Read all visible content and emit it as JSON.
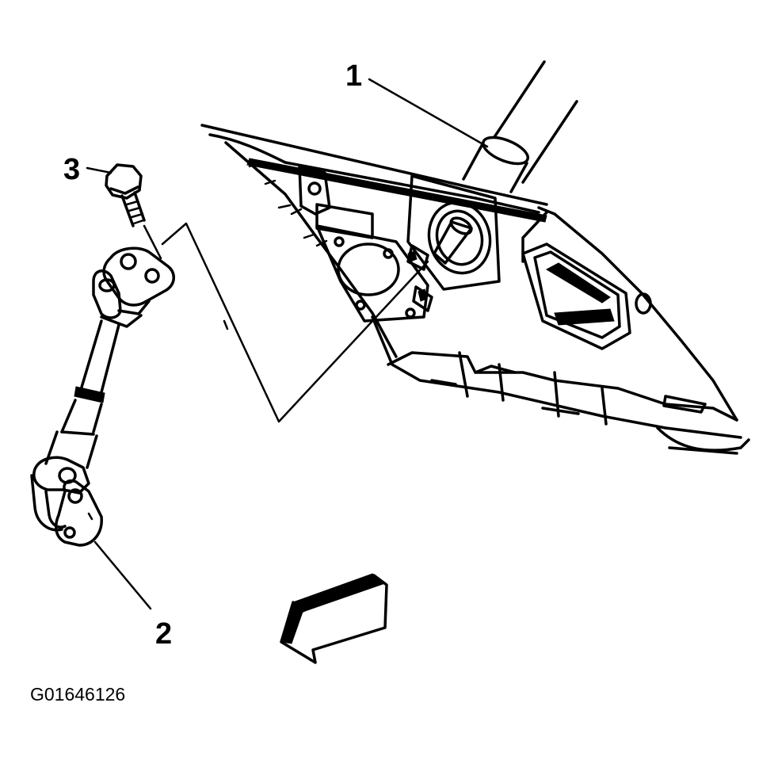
{
  "diagram": {
    "callouts": [
      {
        "id": "1",
        "label": "1"
      },
      {
        "id": "2",
        "label": "2"
      },
      {
        "id": "3",
        "label": "3"
      }
    ],
    "figure_id": "G01646126",
    "arrow_icon": "direction-arrow-icon"
  }
}
